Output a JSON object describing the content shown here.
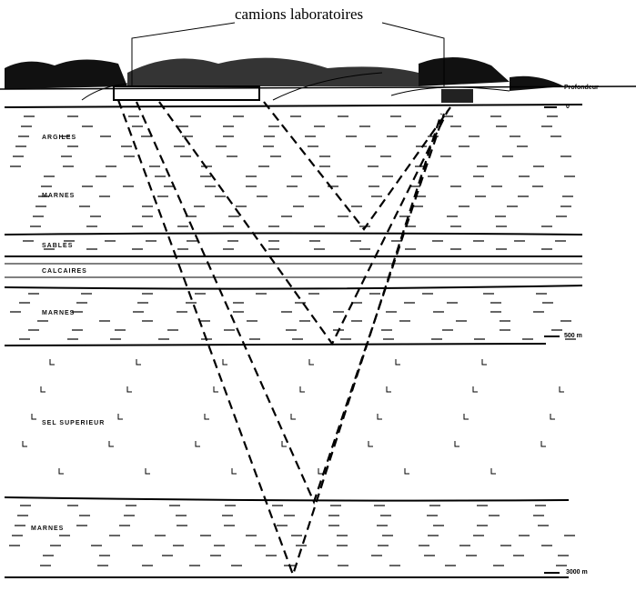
{
  "title": "camions laboratoires",
  "depth_axis": {
    "label": "Profondeur",
    "ticks": [
      "0",
      "500 m",
      "3000 m"
    ]
  },
  "layers": [
    "ARGILES",
    "MARNES",
    "SABLES",
    "CALCAIRES",
    "MARNES",
    "SEL SUPERIEUR",
    "MARNES"
  ]
}
